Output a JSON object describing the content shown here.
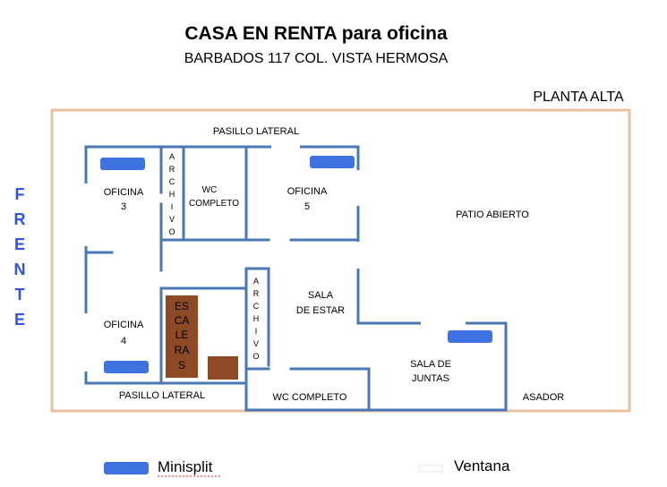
{
  "title": "CASA EN RENTA para oficina",
  "subtitle": "BARBADOS 117 COL. VISTA HERMOSA",
  "floor_label": "PLANTA ALTA",
  "frente_letters": [
    "F",
    "R",
    "E",
    "N",
    "T",
    "E"
  ],
  "rooms": {
    "pasillo_lateral_top": "PASILLO LATERAL",
    "pasillo_lateral_bottom": "PASILLO LATERAL",
    "oficina3": [
      "OFICINA",
      "3"
    ],
    "oficina4": [
      "OFICINA",
      "4"
    ],
    "oficina5": [
      "OFICINA",
      "5"
    ],
    "archivo_letters": [
      "A",
      "R",
      "C",
      "H",
      "I",
      "V",
      "O"
    ],
    "wc_completo_upper": [
      "WC",
      "COMPLETO"
    ],
    "wc_completo_lower": "WC COMPLETO",
    "patio_abierto": "PATIO ABIERTO",
    "sala_estar": [
      "SALA",
      "DE ESTAR"
    ],
    "sala_juntas": [
      "SALA DE",
      "JUNTAS"
    ],
    "asador": "ASADOR",
    "escaleras": [
      "ES",
      "CA",
      "LE",
      "RA",
      "S"
    ]
  },
  "legend": {
    "minisplit_label": "Minisplit",
    "ventana_label": "Ventana"
  },
  "colors": {
    "wall": "#4A78B5",
    "outline": "#EBC1A0",
    "minisplit": "#3D72E0",
    "stairs": "#8E4A25",
    "frente": "#2F55E0",
    "window": "#FFFFFF"
  }
}
